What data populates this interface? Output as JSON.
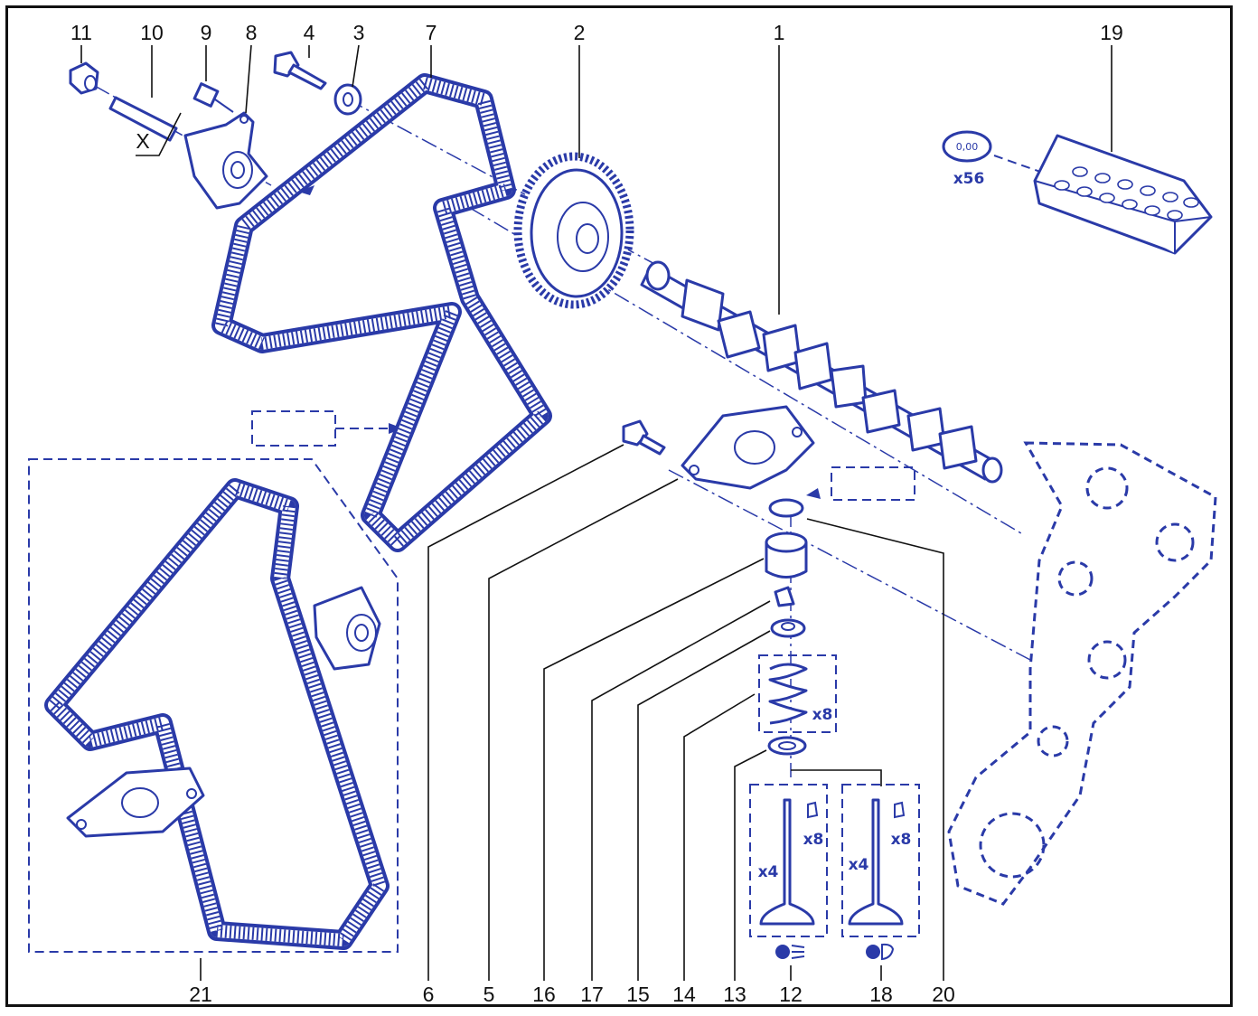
{
  "callouts": {
    "c1": "1",
    "c2": "2",
    "c3": "3",
    "c4": "4",
    "c5": "5",
    "c6": "6",
    "c7": "7",
    "c8": "8",
    "c9": "9",
    "c10": "10",
    "c11": "11",
    "c12": "12",
    "c13": "13",
    "c14": "14",
    "c15": "15",
    "c16": "16",
    "c17": "17",
    "c18": "18",
    "c19": "19",
    "c20": "20",
    "c21": "21"
  },
  "quantities": {
    "shims": "x56",
    "springs": "x8",
    "inlet_valves": "x4",
    "inlet_collets": "x8",
    "exhaust_valves": "x4",
    "exhaust_collets": "x8"
  },
  "shim_marking": "0,00",
  "axis_marker": "X",
  "colors": {
    "line": "#2a3aa8",
    "frame": "#111111"
  }
}
